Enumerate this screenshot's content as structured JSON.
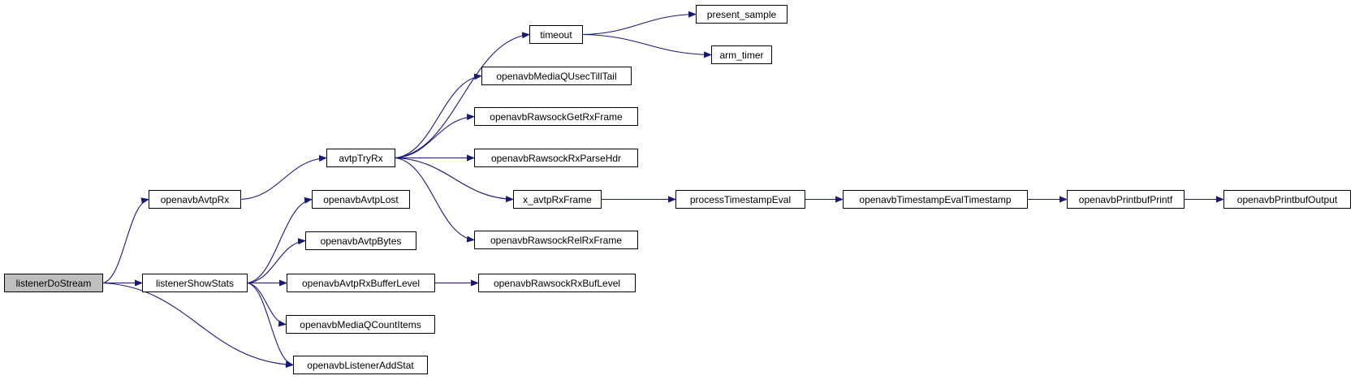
{
  "colors": {
    "edge": "#191970",
    "root_fill": "#bfbfbf",
    "node_fill": "#ffffff",
    "border": "#000000"
  },
  "nodes": {
    "listenerDoStream": "listenerDoStream",
    "openavbAvtpRx": "openavbAvtpRx",
    "listenerShowStats": "listenerShowStats",
    "openavbListenerAddStat": "openavbListenerAddStat",
    "avtpTryRx": "avtpTryRx",
    "timeout": "timeout",
    "present_sample": "present_sample",
    "arm_timer": "arm_timer",
    "openavbMediaQUsecTillTail": "openavbMediaQUsecTillTail",
    "openavbRawsockGetRxFrame": "openavbRawsockGetRxFrame",
    "openavbRawsockRxParseHdr": "openavbRawsockRxParseHdr",
    "x_avtpRxFrame": "x_avtpRxFrame",
    "openavbRawsockRelRxFrame": "openavbRawsockRelRxFrame",
    "processTimestampEval": "processTimestampEval",
    "openavbTimestampEvalTimestamp": "openavbTimestampEvalTimestamp",
    "openavbPrintbufPrintf": "openavbPrintbufPrintf",
    "openavbPrintbufOutput": "openavbPrintbufOutput",
    "openavbAvtpLost": "openavbAvtpLost",
    "openavbAvtpBytes": "openavbAvtpBytes",
    "openavbAvtpRxBufferLevel": "openavbAvtpRxBufferLevel",
    "openavbRawsockRxBufLevel": "openavbRawsockRxBufLevel",
    "openavbMediaQCountItems": "openavbMediaQCountItems"
  },
  "edges": [
    [
      "listenerDoStream",
      "openavbAvtpRx"
    ],
    [
      "listenerDoStream",
      "listenerShowStats"
    ],
    [
      "listenerDoStream",
      "openavbListenerAddStat"
    ],
    [
      "openavbAvtpRx",
      "avtpTryRx"
    ],
    [
      "avtpTryRx",
      "timeout"
    ],
    [
      "avtpTryRx",
      "openavbMediaQUsecTillTail"
    ],
    [
      "avtpTryRx",
      "openavbRawsockGetRxFrame"
    ],
    [
      "avtpTryRx",
      "openavbRawsockRxParseHdr"
    ],
    [
      "avtpTryRx",
      "x_avtpRxFrame"
    ],
    [
      "avtpTryRx",
      "openavbRawsockRelRxFrame"
    ],
    [
      "timeout",
      "present_sample"
    ],
    [
      "timeout",
      "arm_timer"
    ],
    [
      "x_avtpRxFrame",
      "processTimestampEval"
    ],
    [
      "processTimestampEval",
      "openavbTimestampEvalTimestamp"
    ],
    [
      "openavbTimestampEvalTimestamp",
      "openavbPrintbufPrintf"
    ],
    [
      "openavbPrintbufPrintf",
      "openavbPrintbufOutput"
    ],
    [
      "listenerShowStats",
      "openavbAvtpLost"
    ],
    [
      "listenerShowStats",
      "openavbAvtpBytes"
    ],
    [
      "listenerShowStats",
      "openavbAvtpRxBufferLevel"
    ],
    [
      "listenerShowStats",
      "openavbMediaQCountItems"
    ],
    [
      "listenerShowStats",
      "openavbListenerAddStat"
    ],
    [
      "openavbAvtpRxBufferLevel",
      "openavbRawsockRxBufLevel"
    ]
  ]
}
